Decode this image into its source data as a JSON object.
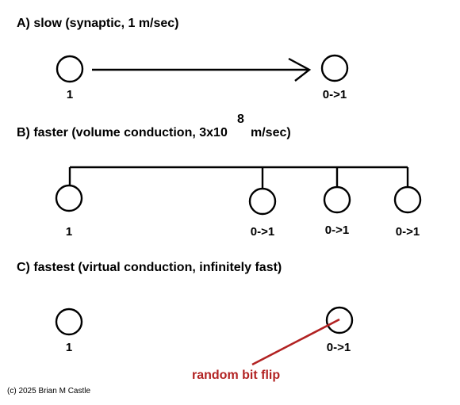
{
  "colors": {
    "ink": "#000000",
    "annotation": "#b22222",
    "background": "#ffffff"
  },
  "section_a": {
    "heading": "A) slow (synaptic, 1 m/sec)",
    "source_label": "1",
    "target_label": "0->1"
  },
  "section_b": {
    "heading_prefix": "B) faster (volume conduction, 3x10",
    "heading_exponent": "8",
    "heading_suffix": "m/sec)",
    "source_label": "1",
    "target_labels": [
      "0->1",
      "0->1",
      "0->1"
    ]
  },
  "section_c": {
    "heading": "C) fastest (virtual conduction, infinitely fast)",
    "source_label": "1",
    "target_label": "0->1",
    "annotation": "random bit flip"
  },
  "copyright": "(c) 2025 Brian M Castle"
}
